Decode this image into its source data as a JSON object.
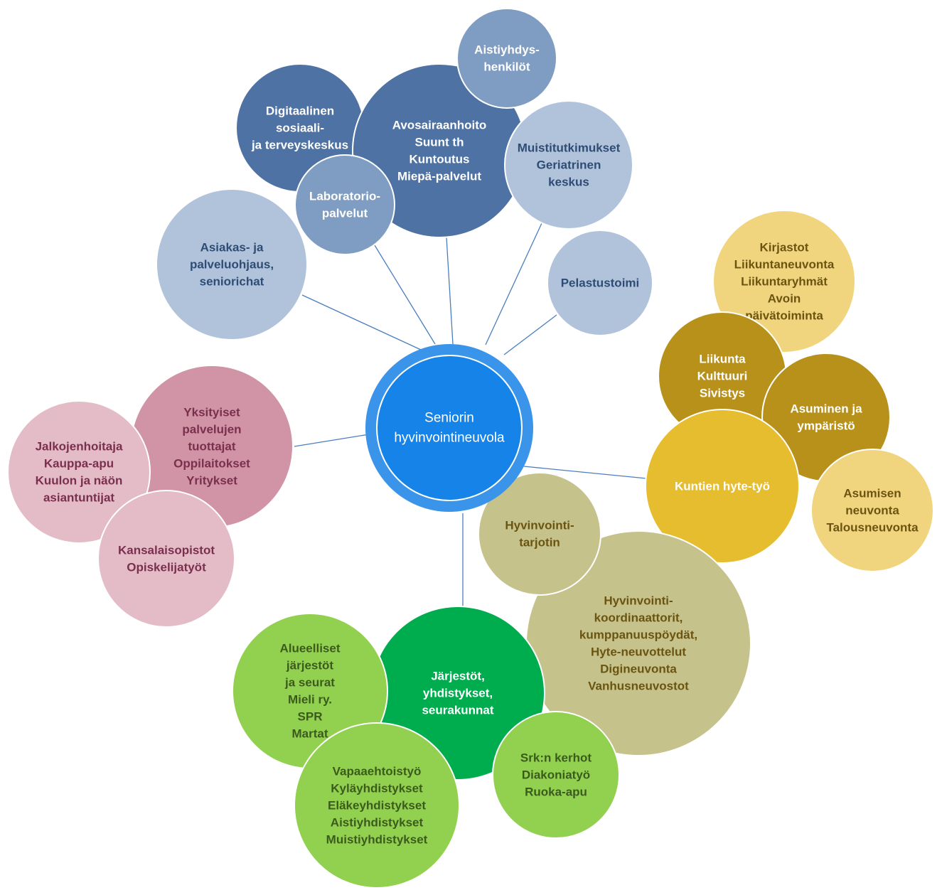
{
  "center": {
    "lines": [
      "Seniorin",
      "hyvinvointineuvola"
    ],
    "fill": "#1683e8",
    "ring": "#3a94ea",
    "text_color": "#ffffff"
  },
  "connector_color": "#4a7ec0",
  "bubbles": [
    {
      "id": "asiakas",
      "lines": [
        "Asiakas- ja",
        "palveluohjaus,",
        "seniorichat"
      ],
      "fill": "#b0c3db",
      "text_color": "#2e4c74"
    },
    {
      "id": "digitaalinen",
      "lines": [
        "Digitaalinen",
        "sosiaali-",
        "ja terveyskeskus"
      ],
      "fill": "#4d72a3",
      "text_color": "#ffffff"
    },
    {
      "id": "avosairaanhoito",
      "lines": [
        "Avosairaanhoito",
        "Suunt th",
        "Kuntoutus",
        "Miepä-palvelut"
      ],
      "fill": "#4d72a3",
      "text_color": "#ffffff"
    },
    {
      "id": "laboratorio",
      "lines": [
        "Laboratorio-",
        "palvelut"
      ],
      "fill": "#7f9dc2",
      "text_color": "#ffffff"
    },
    {
      "id": "aistiyhdys",
      "lines": [
        "Aistiyhdys-",
        "henkilöt"
      ],
      "fill": "#7f9dc2",
      "text_color": "#ffffff"
    },
    {
      "id": "muistitutkimukset",
      "lines": [
        "Muistitutkimukset",
        "Geriatrinen",
        "keskus"
      ],
      "fill": "#b0c3db",
      "text_color": "#2e4c74"
    },
    {
      "id": "pelastustoimi",
      "lines": [
        "Pelastustoimi"
      ],
      "fill": "#b0c3db",
      "text_color": "#2e4c74"
    },
    {
      "id": "kirjastot",
      "lines": [
        "Kirjastot",
        "Liikuntaneuvonta",
        "Liikuntaryhmät",
        "Avoin",
        "päivätoiminta"
      ],
      "fill": "#f0d57e",
      "text_color": "#6b5410"
    },
    {
      "id": "liikunta",
      "lines": [
        "Liikunta",
        "Kulttuuri",
        "Sivistys"
      ],
      "fill": "#b8911a",
      "text_color": "#ffffff"
    },
    {
      "id": "asuminen",
      "lines": [
        "Asuminen ja",
        "ympäristö"
      ],
      "fill": "#b8911a",
      "text_color": "#ffffff"
    },
    {
      "id": "kuntien",
      "lines": [
        "Kuntien hyte-työ"
      ],
      "fill": "#e6bd2e",
      "text_color": "#ffffff"
    },
    {
      "id": "asumisen",
      "lines": [
        "Asumisen",
        "neuvonta",
        "Talousneuvonta"
      ],
      "fill": "#f0d57e",
      "text_color": "#6b5410"
    },
    {
      "id": "yksityiset",
      "lines": [
        "Yksityiset",
        "palvelujen",
        "tuottajat",
        "Oppilaitokset",
        "Yritykset"
      ],
      "fill": "#d094a6",
      "text_color": "#7a2f4c"
    },
    {
      "id": "jalkojenhoitaja",
      "lines": [
        "Jalkojenhoitaja",
        "Kauppa-apu",
        "Kuulon ja näön",
        "asiantuntijat"
      ],
      "fill": "#e3bcc8",
      "text_color": "#7a2f4c"
    },
    {
      "id": "kansalaisopistot",
      "lines": [
        "Kansalaisopistot",
        "Opiskelijatyöt"
      ],
      "fill": "#e3bcc8",
      "text_color": "#7a2f4c"
    },
    {
      "id": "hyvinvointikoord",
      "lines": [
        "Hyvinvointi-",
        "koordinaattorit,",
        "kumppanuuspöydät,",
        "Hyte-neuvottelut",
        "Digineuvonta",
        "Vanhusneuvostot"
      ],
      "fill": "#c5c28c",
      "text_color": "#6b5410"
    },
    {
      "id": "tarjotin",
      "lines": [
        "Hyvinvointi-",
        "tarjotin"
      ],
      "fill": "#c5c28c",
      "text_color": "#6b5410"
    },
    {
      "id": "jarjestot",
      "lines": [
        "Järjestöt,",
        "yhdistykset,",
        "seurakunnat"
      ],
      "fill": "#00ad4e",
      "text_color": "#ffffff"
    },
    {
      "id": "alueelliset",
      "lines": [
        "Alueelliset",
        "järjestöt",
        "ja seurat",
        "Mieli ry.",
        "SPR",
        "Martat"
      ],
      "fill": "#92d050",
      "text_color": "#3a5b1c"
    },
    {
      "id": "vapaaehtoistyo",
      "lines": [
        "Vapaaehtoistyö",
        "Kyläyhdistykset",
        "Eläkeyhdistykset",
        "Aistiyhdistykset",
        "Muistiyhdistykset"
      ],
      "fill": "#92d050",
      "text_color": "#3a5b1c"
    },
    {
      "id": "srk",
      "lines": [
        "Srk:n kerhot",
        "Diakoniatyö",
        "Ruoka-apu"
      ],
      "fill": "#92d050",
      "text_color": "#3a5b1c"
    }
  ]
}
